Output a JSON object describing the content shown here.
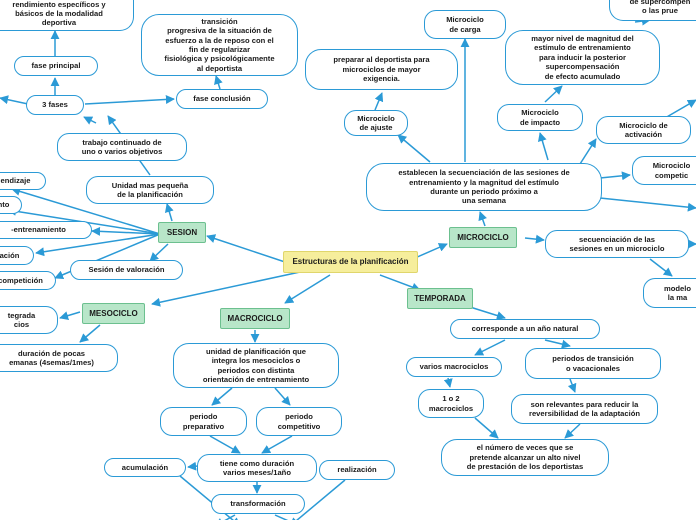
{
  "root": "Estructuras de la planificación",
  "main": {
    "sesion": "SESION",
    "mesociclo": "MESOCICLO",
    "macrociclo": "MACROCICLO",
    "temporada": "TEMPORADA",
    "microciclo": "MICROCICLO"
  },
  "sesion": {
    "unidad": "Unidad mas pequeña\nde la planificación",
    "valoracion": "Sesión de valoración",
    "aprendizaje": "endizaje",
    "nto": "nto",
    "entrenamiento": "-entrenamiento",
    "acion": "ación",
    "competicion": "competición"
  },
  "mesociclo": {
    "integrada": "tegrada\ncios",
    "duracion": "duración de pocas\nemanas (4semas/1mes)"
  },
  "top_left": {
    "desarrollo": "esarrollo de los factores de\nrendimiento específicos y\nbásicos de la modalidad\ndeportiva",
    "fase_principal": "fase principal",
    "tres_fases": "3 fases",
    "fase_conclusion": "fase conclusión",
    "transicion": "transición\nprogresiva de la situación de\nesfuerzo a la de reposo con el\nfin de regularizar\nfisiológica y psicológicamente\nal deportista",
    "trabajo": "trabajo continuado de\nuno o varios objetivos"
  },
  "macrociclo": {
    "unidad": "unidad de planificación que\nintegra los mesociclos o\nperiodos con distinta\norientación de entrenamiento",
    "preparativo": "periodo\npreparativo",
    "competitivo": "periodo\ncompetitivo",
    "duracion": "tiene como duración\nvarios meses/1año",
    "acumulacion": "acumulación",
    "realizacion": "realización",
    "transformacion": "transformación"
  },
  "temporada": {
    "ano_natural": "corresponde a un año natural",
    "varios_macrociclos": "varios macrociclos",
    "uno_o_dos": "1 o 2\nmacrociclos",
    "transicion": "periodos de transición\no vacacionales",
    "reversibilidad": "son relevantes para reducir la\nreversibilidad de la adaptación",
    "picos": "el número de veces que se\npretende alcanzar un alto nivel\nde prestación de los deportistas"
  },
  "microciclo": {
    "carga": "Microciclo\nde carga",
    "preparar": "preparar al deportista para\nmicrociclos de mayor\nexigencia.",
    "ajuste": "Microciclo\nde ajuste",
    "mayor_nivel": "mayor nivel de magnitud del\nestímulo de entrenamiento\npara inducir la posterior\nsupercompensación\nde efecto acumulado",
    "impacto": "Microciclo\nde impacto",
    "activacion": "Microciclo de\nactivación",
    "supercomp": "de supercompen\no las prue",
    "competicion": "Microciclo\ncompetic",
    "establecen": "establecen la secuenciación de las sesiones de\nentrenamiento y la magnitud del estímulo\ndurante un periodo próximo a\nuna semana",
    "secuenciacion": "secuenciación de las\nsesiones en un microciclo",
    "modelo": "modelo\nla ma"
  }
}
